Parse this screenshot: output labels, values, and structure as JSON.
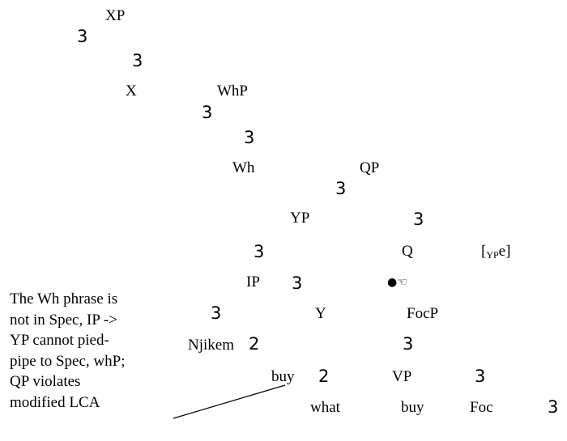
{
  "tree": {
    "xp": "XP",
    "x": "X",
    "whp": "WhP",
    "wh": "Wh",
    "qp": "QP",
    "yp": "YP",
    "q": "Q",
    "bracket_sub": "YP",
    "bracket_e": "e",
    "ip": "IP",
    "y": "Y",
    "focp": "FocP",
    "njikem": "Njikem",
    "buy1": "buy",
    "vp": "VP",
    "what": "what",
    "buy2": "buy",
    "foc": "Foc",
    "branch3": "3",
    "branch2": "2",
    "pointer_glyph": "●☜"
  },
  "note": {
    "lines": [
      "The Wh phrase is",
      "not in Spec, IP ->",
      "YP cannot pied-",
      "pipe to Spec, whP;",
      "QP violates",
      "modified LCA"
    ]
  }
}
